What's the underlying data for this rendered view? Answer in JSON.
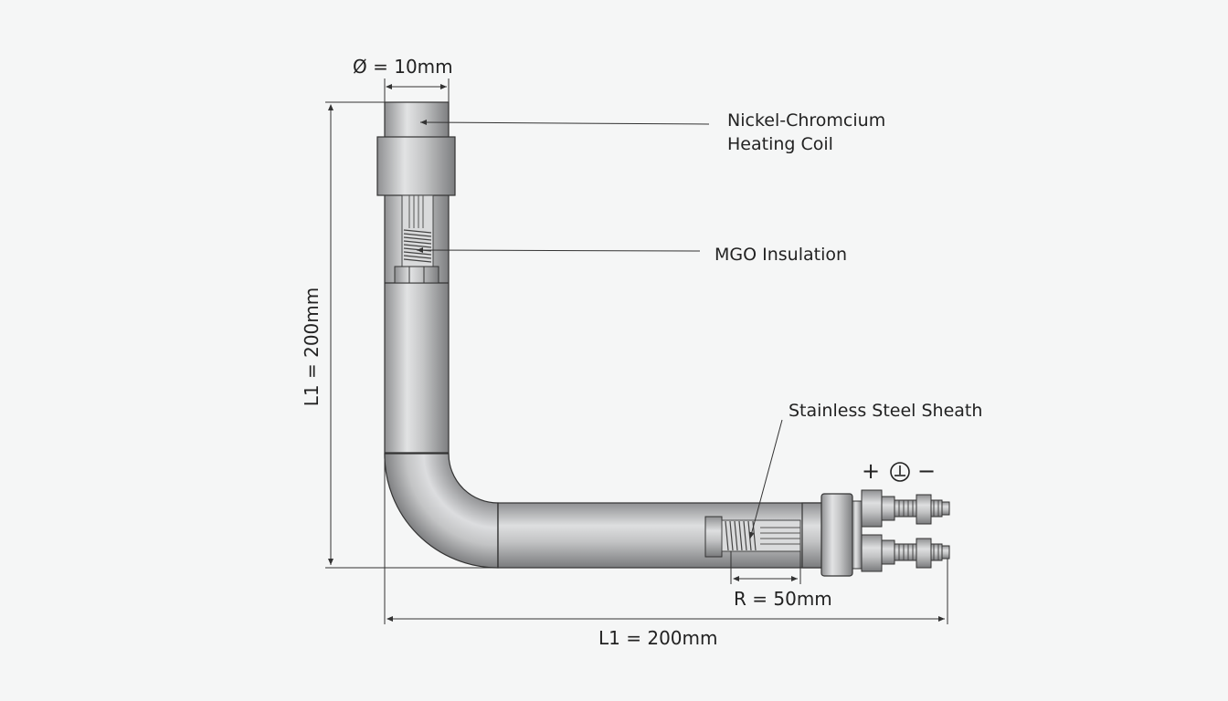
{
  "diagram": {
    "diameter_label": "Ø = 10mm",
    "vertical_length_label": "L1 = 200mm",
    "horizontal_length_label": "L1 = 200mm",
    "radius_label": "R = 50mm",
    "coil_label_line1": "Nickel-Chromcium",
    "coil_label_line2": "Heating Coil",
    "insulation_label": "MGO Insulation",
    "sheath_label": "Stainless Steel Sheath",
    "terminal_plus": "+",
    "terminal_minus": "−",
    "ground_symbol": "ground-icon"
  }
}
